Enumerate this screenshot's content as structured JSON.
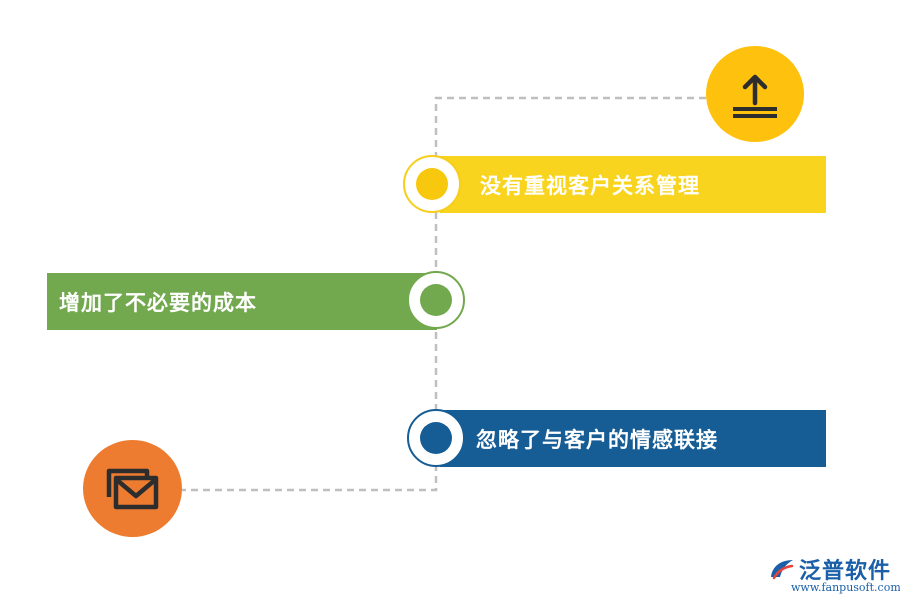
{
  "items": [
    {
      "label": "没有重视客户关系管理"
    },
    {
      "label": "增加了不必要的成本"
    },
    {
      "label": "忽略了与客户的情感联接"
    }
  ],
  "colors": {
    "yellow": "#f8d41f",
    "green": "#72a84e",
    "blue": "#165c95",
    "orange": "#ed7c31",
    "gold": "#fec10d",
    "connector": "#bfbfbf"
  },
  "icons": {
    "top": "upload-icon",
    "bottom": "mail-icon"
  },
  "brand": {
    "name": "泛普软件",
    "url": "www.fanpusoft.com"
  }
}
